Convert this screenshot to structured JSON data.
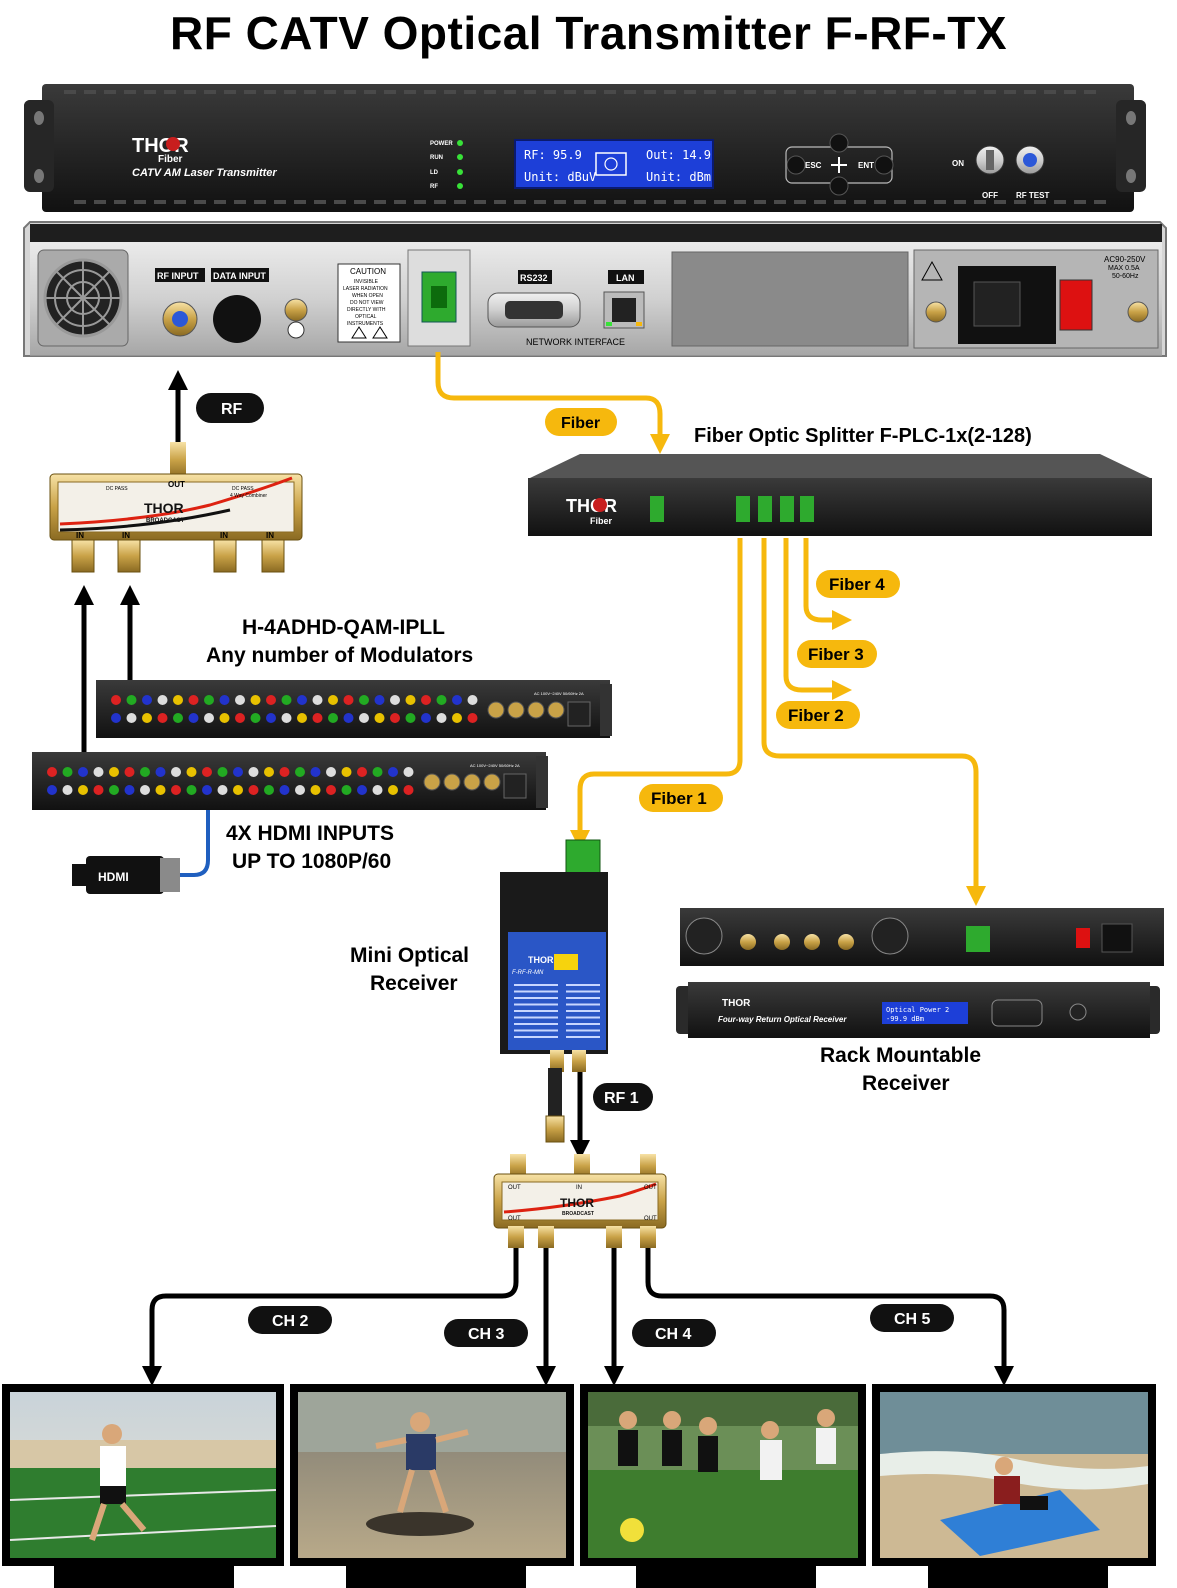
{
  "title": "RF CATV Optical Transmitter F-RF-TX",
  "transmitter_front": {
    "brand": "THOR",
    "brand_sub": "Fiber",
    "model_text": "CATV AM Laser Transmitter",
    "leds": [
      "POWER",
      "RUN",
      "LD",
      "RF"
    ],
    "lcd": {
      "rf": "RF: 95.9",
      "out": "Out: 14.9",
      "unit_left": "Unit: dBuV",
      "unit_right": "Unit: dBm"
    },
    "esc_label": "ESC",
    "ent_label": "ENT",
    "on_label": "ON",
    "off_label": "OFF",
    "rf_test_label": "RF TEST"
  },
  "transmitter_rear": {
    "rf_input": "RF INPUT",
    "data_input": "DATA INPUT",
    "caution_title": "CAUTION",
    "caution_lines": [
      "INVISIBLE",
      "LASER RADIATION",
      "WHEN OPEN",
      "DO NOT VIEW",
      "DIRECTLY WITH",
      "OPTICAL",
      "INSTRUMENTS"
    ],
    "rs232": "RS232",
    "lan": "LAN",
    "network_interface": "NETWORK INTERFACE",
    "power_spec": [
      "AC90-250V",
      "MAX 0.5A",
      "50-60Hz"
    ]
  },
  "combiner": {
    "out": "OUT",
    "in_labels": [
      "IN",
      "IN",
      "IN",
      "IN"
    ],
    "brand": "THOR",
    "brand_sub": "BROADCAST",
    "spec": "4 Way Combiner",
    "dc_pass": "DC PASS"
  },
  "splitter_title": "Fiber Optic Splitter F-PLC-1x(2-128)",
  "splitter_brand": "THOR",
  "splitter_brand_sub": "Fiber",
  "tags": {
    "rf": "RF",
    "fiber_main": "Fiber",
    "fiber1": "Fiber 1",
    "fiber2": "Fiber 2",
    "fiber3": "Fiber 3",
    "fiber4": "Fiber 4",
    "rf1": "RF 1",
    "ch2": "CH 2",
    "ch3": "CH 3",
    "ch4": "CH 4",
    "ch5": "CH 5"
  },
  "modulators": {
    "title_line1": "H-4ADHD-QAM-IPLL",
    "title_line2": "Any number of Modulators",
    "hdmi_line1": "4X HDMI INPUTS",
    "hdmi_line2": "UP TO 1080P/60",
    "hdmi_plug": "HDMI",
    "power_text": "AC 100V~240V 50/60Hz 2A"
  },
  "mini_receiver": {
    "label_line1": "Mini Optical",
    "label_line2": "Receiver",
    "model": "F-RF-R-MN",
    "brand": "THOR"
  },
  "rack_receiver": {
    "label_line1": "Rack Mountable",
    "label_line2": "Receiver",
    "front_text": "Four-way Return Optical Receiver",
    "lcd_text": "Optical Power 2",
    "lcd_text2": "-99.9 dBm",
    "brand": "THOR"
  },
  "rf_splitter": {
    "brand": "THOR",
    "brand_sub": "BROADCAST",
    "in": "IN",
    "out": "OUT"
  },
  "colors": {
    "fiber_yellow": "#f6b80d",
    "rack_black": "#1c1c1c",
    "lcd_blue": "#1d3fd8",
    "receiver_blue": "#2a56c6",
    "connector_green": "#2eaa2e"
  }
}
